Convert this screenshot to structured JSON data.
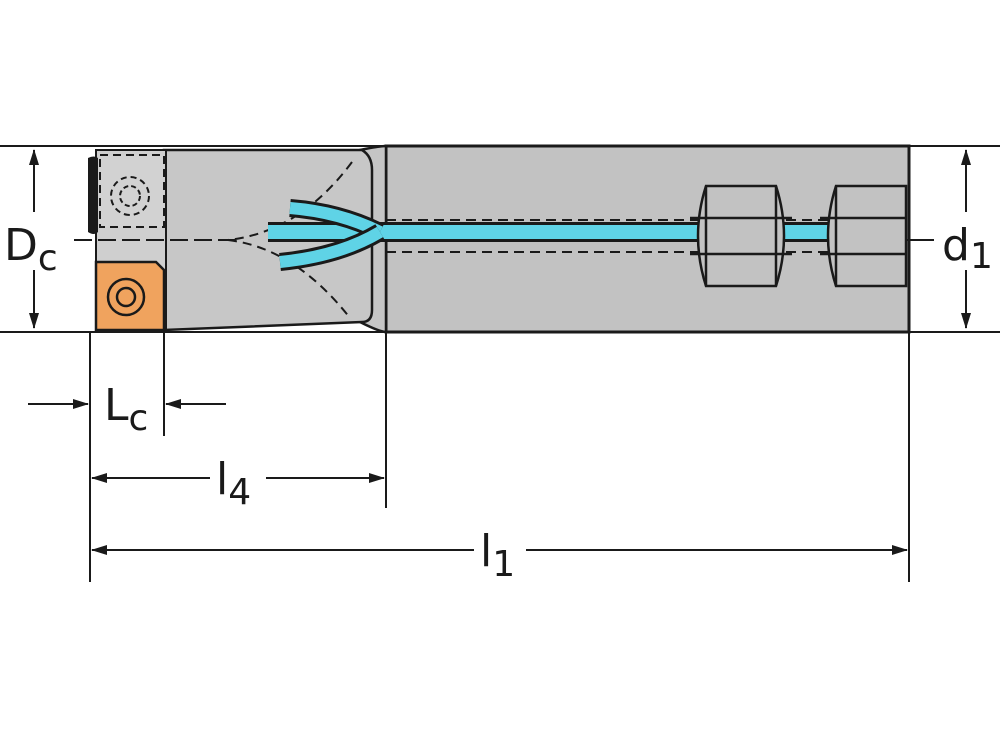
{
  "labels": {
    "dc": {
      "main": "D",
      "sub": "c"
    },
    "d1": {
      "main": "d",
      "sub": "1"
    },
    "lc": {
      "main": "L",
      "sub": "c"
    },
    "l4": {
      "main": "l",
      "sub": "4"
    },
    "l1": {
      "main": "l",
      "sub": "1"
    }
  },
  "colors": {
    "body": "#c7c7c7",
    "shank": "#c2c2c2",
    "outline": "#1a1a1a",
    "coolant": "#5fd3e6",
    "insert_front": "#f0a35e",
    "insert_back": "#d2d2d2"
  }
}
